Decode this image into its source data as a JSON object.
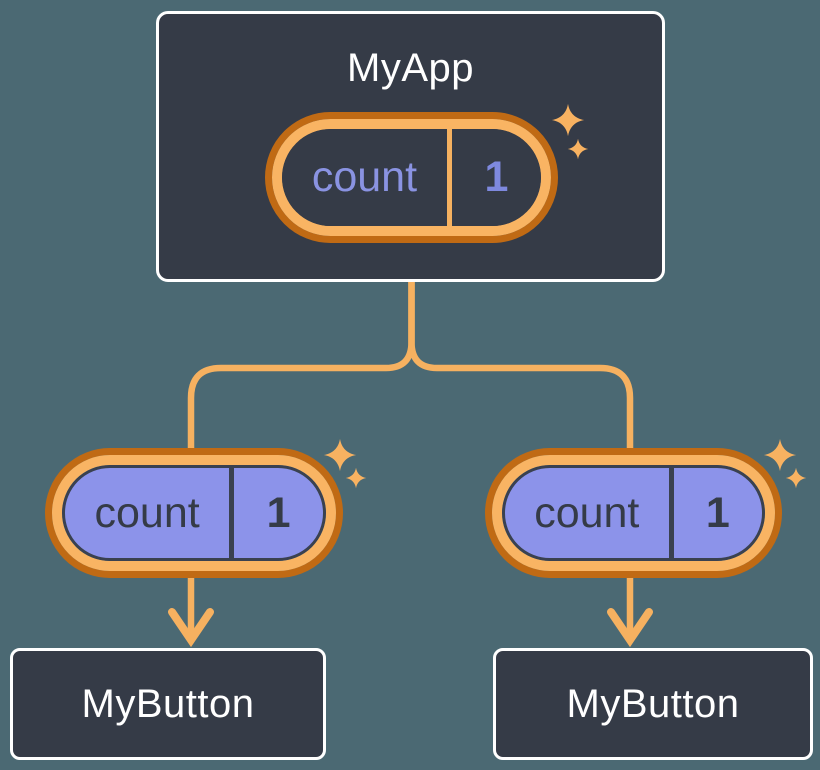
{
  "diagram": {
    "description": "React component tree showing state passed down as props",
    "root": {
      "title": "MyApp",
      "pill": {
        "label": "count",
        "value": "1",
        "kind": "state"
      }
    },
    "children": [
      {
        "title": "MyButton",
        "pill": {
          "label": "count",
          "value": "1",
          "kind": "props"
        }
      },
      {
        "title": "MyButton",
        "pill": {
          "label": "count",
          "value": "1",
          "kind": "props"
        }
      }
    ]
  },
  "icons": {
    "sparkle": "four-point-sparkle",
    "arrow": "chevron-down-arrow"
  },
  "colors": {
    "background": "#4B6973",
    "card_background": "#353B47",
    "card_border": "#FFFFFF",
    "card_text": "#FFFFFF",
    "pill_ring_outer": "#C06A14",
    "pill_ring_inner": "#F9B463",
    "connector_line": "#F6B160",
    "pill_fill_props": "#8C93EA",
    "pill_outline_dark": "#3A4150",
    "pill_text_dark": "#353B47",
    "pill_text_state": "#8A93E2",
    "sparkle": "#F8B261"
  }
}
